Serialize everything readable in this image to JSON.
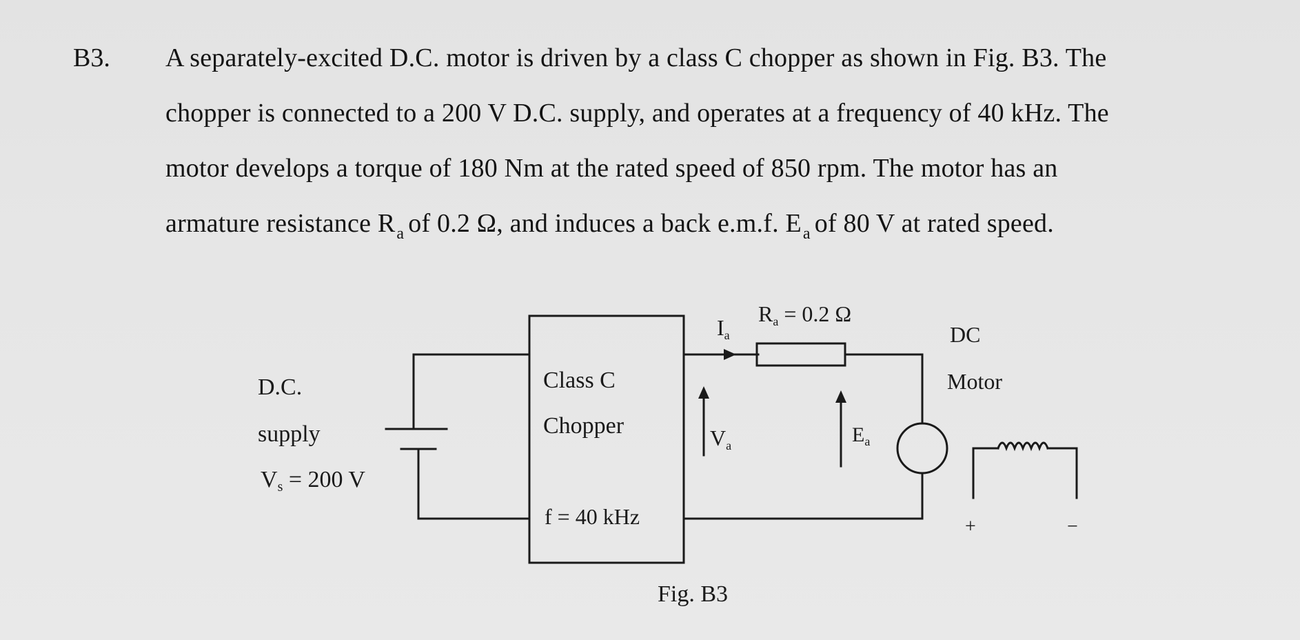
{
  "question": {
    "number": "B3.",
    "line1": "A separately-excited D.C. motor is driven by a class C chopper as shown in Fig. B3. The",
    "line2": "chopper is connected to a 200 V D.C. supply, and operates at a frequency of 40 kHz. The",
    "line3": "motor develops a torque of 180 Nm at the rated speed of 850 rpm. The motor has an",
    "line4_a": "armature resistance R",
    "line4_sub1": "a",
    "line4_b": "of 0.2 Ω, and induces a back e.m.f. E",
    "line4_sub2": "a",
    "line4_c": "of 80 V at rated speed."
  },
  "figure": {
    "supply_label_1": "D.C.",
    "supply_label_2": "supply",
    "supply_label_3": "V",
    "supply_label_3_sub": "s",
    "supply_label_3_value": " = 200 V",
    "chopper_label_1": "Class C",
    "chopper_label_2": "Chopper",
    "chopper_freq": "f = 40 kHz",
    "current_label": "I",
    "current_label_sub": "a",
    "voltage_label": "V",
    "voltage_label_sub": "a",
    "resistor_label": "R",
    "resistor_label_sub": "a",
    "resistor_label_value": " = 0.2 Ω",
    "emf_label": "E",
    "emf_label_sub": "a",
    "motor_label_1": "DC",
    "motor_label_2": "Motor",
    "field_plus": "+",
    "field_minus": "−",
    "caption": "Fig. B3"
  }
}
